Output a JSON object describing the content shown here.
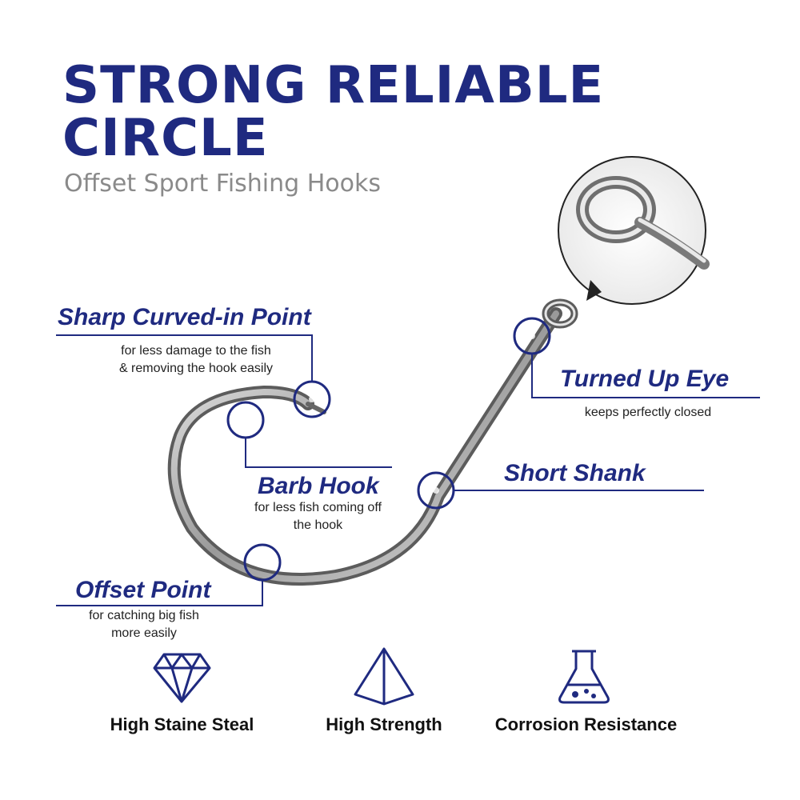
{
  "header": {
    "title": "STRONG RELIABLE CIRCLE",
    "subtitle": "Offset Sport Fishing Hooks"
  },
  "features": {
    "sharp_point": {
      "title": "Sharp Curved-in Point",
      "desc_line1": "for less damage to the fish",
      "desc_line2": "& removing the hook easily"
    },
    "turned_eye": {
      "title": "Turned Up Eye",
      "desc": "keeps perfectly closed"
    },
    "short_shank": {
      "title": "Short Shank"
    },
    "barb_hook": {
      "title": "Barb Hook",
      "desc_line1": "for less fish coming off",
      "desc_line2": "the hook"
    },
    "offset_point": {
      "title": "Offset Point",
      "desc_line1": "for catching big fish",
      "desc_line2": "more easily"
    }
  },
  "icons": [
    {
      "name": "diamond-icon",
      "label": "High Staine Steal"
    },
    {
      "name": "pyramid-icon",
      "label": "High Strength"
    },
    {
      "name": "flask-icon",
      "label": "Corrosion Resistance"
    }
  ],
  "colors": {
    "accent": "#1f2a80",
    "subtitle": "#8a8a8a",
    "text": "#222222"
  }
}
